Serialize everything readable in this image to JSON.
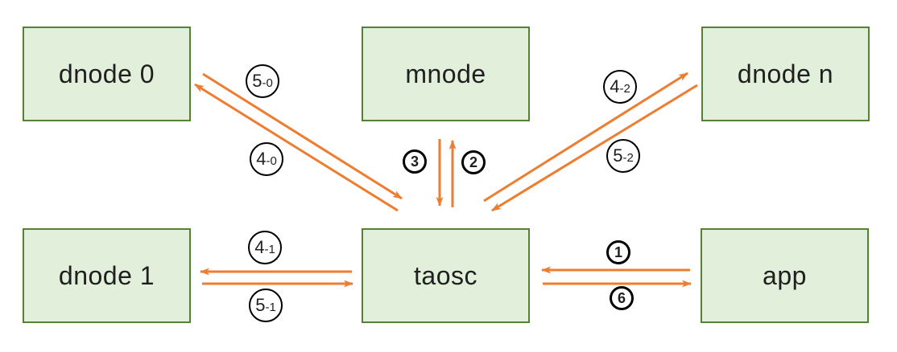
{
  "colors": {
    "bg": "#ffffff",
    "node_fill": "#e2efda",
    "node_border": "#548235",
    "arrow": "#ed7d31",
    "text": "#1f1f1f",
    "label_border": "#000000"
  },
  "nodes": [
    {
      "label": "dnode 0"
    },
    {
      "label": "mnode"
    },
    {
      "label": "dnode n"
    },
    {
      "label": "dnode 1"
    },
    {
      "label": "taosc"
    },
    {
      "label": "app"
    }
  ],
  "edges": [
    {
      "label": "5-0",
      "main": "5",
      "suffix": "-0",
      "from": "dnode 0",
      "to": "taosc"
    },
    {
      "label": "4-0",
      "main": "4",
      "suffix": "-0",
      "from": "taosc",
      "to": "dnode 0"
    },
    {
      "label": "3",
      "main": "3",
      "suffix": "",
      "from": "mnode",
      "to": "taosc"
    },
    {
      "label": "2",
      "main": "2",
      "suffix": "",
      "from": "taosc",
      "to": "mnode"
    },
    {
      "label": "4-2",
      "main": "4",
      "suffix": "-2",
      "from": "taosc",
      "to": "dnode n"
    },
    {
      "label": "5-2",
      "main": "5",
      "suffix": "-2",
      "from": "dnode n",
      "to": "taosc"
    },
    {
      "label": "4-1",
      "main": "4",
      "suffix": "-1",
      "from": "taosc",
      "to": "dnode 1"
    },
    {
      "label": "5-1",
      "main": "5",
      "suffix": "-1",
      "from": "dnode 1",
      "to": "taosc"
    },
    {
      "label": "1",
      "main": "1",
      "suffix": "",
      "from": "app",
      "to": "taosc"
    },
    {
      "label": "6",
      "main": "6",
      "suffix": "",
      "from": "taosc",
      "to": "app"
    }
  ]
}
